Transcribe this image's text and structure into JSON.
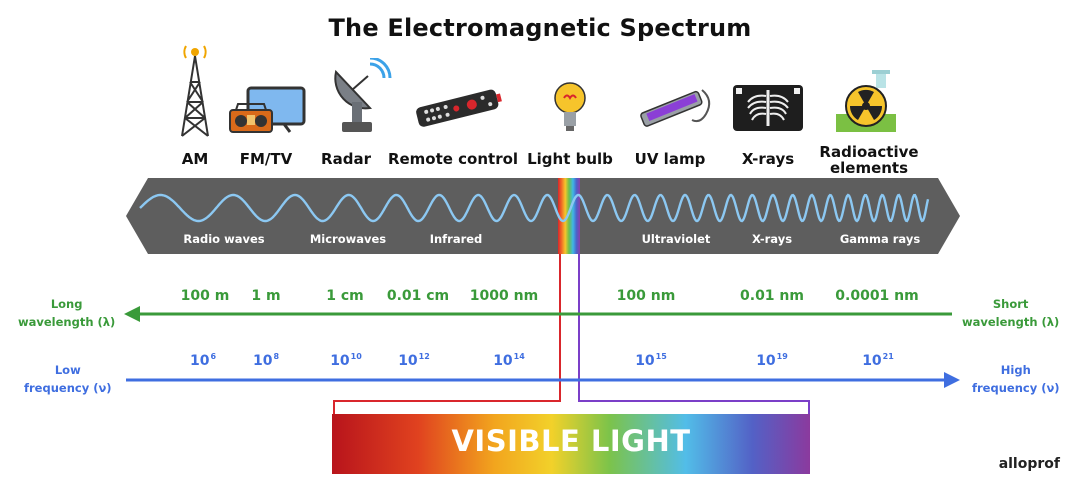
{
  "title": "The Electromagnetic Spectrum",
  "sources": [
    {
      "label": "AM",
      "icon": "radio-tower-icon"
    },
    {
      "label": "FM/TV",
      "icon": "radio-tv-icon"
    },
    {
      "label": "Radar",
      "icon": "radar-dish-icon"
    },
    {
      "label": "Remote control",
      "icon": "remote-control-icon"
    },
    {
      "label": "Light bulb",
      "icon": "light-bulb-icon"
    },
    {
      "label": "UV lamp",
      "icon": "uv-lamp-icon"
    },
    {
      "label": "X-rays",
      "icon": "xray-film-icon"
    },
    {
      "label": "Radioactive elements",
      "icon": "radioactive-icon"
    }
  ],
  "bands": [
    "Radio waves",
    "Microwaves",
    "Infrared",
    "Ultraviolet",
    "X-rays",
    "Gamma rays"
  ],
  "wavelength": {
    "left_label": [
      "Long",
      "wavelength (λ)"
    ],
    "right_label": [
      "Short",
      "wavelength (λ)"
    ],
    "values": [
      "100 m",
      "1 m",
      "1 cm",
      "0.01 cm",
      "1000 nm",
      "100 nm",
      "0.01 nm",
      "0.0001 nm"
    ],
    "color": "#3a9a3a"
  },
  "frequency": {
    "left_label": [
      "Low",
      "frequency (ν)"
    ],
    "right_label": [
      "High",
      "frequency (ν)"
    ],
    "values": [
      {
        "base": "10",
        "exp": "6"
      },
      {
        "base": "10",
        "exp": "8"
      },
      {
        "base": "10",
        "exp": "10"
      },
      {
        "base": "10",
        "exp": "12"
      },
      {
        "base": "10",
        "exp": "14"
      },
      {
        "base": "10",
        "exp": "15"
      },
      {
        "base": "10",
        "exp": "19"
      },
      {
        "base": "10",
        "exp": "21"
      }
    ],
    "color": "#3f6ee0"
  },
  "visible_light": "VISIBLE LIGHT",
  "brand": "alloprof",
  "colors": {
    "band": "#5e5e5e",
    "wave": "#7fc0f0",
    "red_line": "#d9262c",
    "violet_line": "#7b3fc8"
  }
}
